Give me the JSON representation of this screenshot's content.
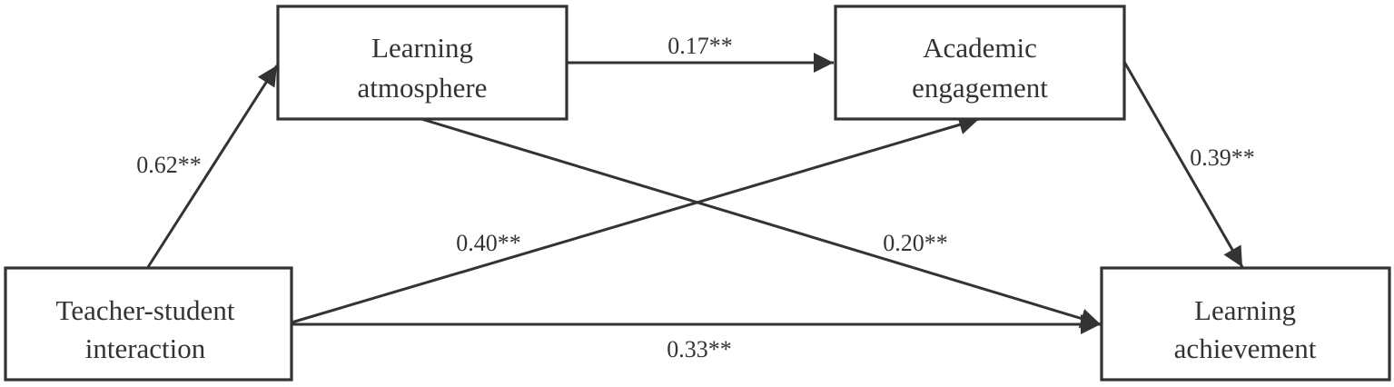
{
  "colors": {
    "line": "#333333",
    "box_fill": "#ffffff",
    "text": "#333333"
  },
  "nodes": {
    "learning_atmosphere": {
      "line1": "Learning",
      "line2": "atmosphere"
    },
    "academic_engagement": {
      "line1": "Academic",
      "line2": "engagement"
    },
    "teacher_student_interaction": {
      "line1": "Teacher-student",
      "line2": "interaction"
    },
    "learning_achievement": {
      "line1": "Learning",
      "line2": "achievement"
    }
  },
  "paths": [
    {
      "from": "Teacher-student interaction",
      "to": "Learning atmosphere",
      "coefficient": "0.62**"
    },
    {
      "from": "Learning atmosphere",
      "to": "Academic engagement",
      "coefficient": "0.17**"
    },
    {
      "from": "Academic engagement",
      "to": "Learning achievement",
      "coefficient": "0.39**"
    },
    {
      "from": "Teacher-student interaction",
      "to": "Academic engagement",
      "coefficient": "0.40**"
    },
    {
      "from": "Learning atmosphere",
      "to": "Learning achievement",
      "coefficient": "0.20**"
    },
    {
      "from": "Teacher-student interaction",
      "to": "Learning achievement",
      "coefficient": "0.33**"
    }
  ]
}
